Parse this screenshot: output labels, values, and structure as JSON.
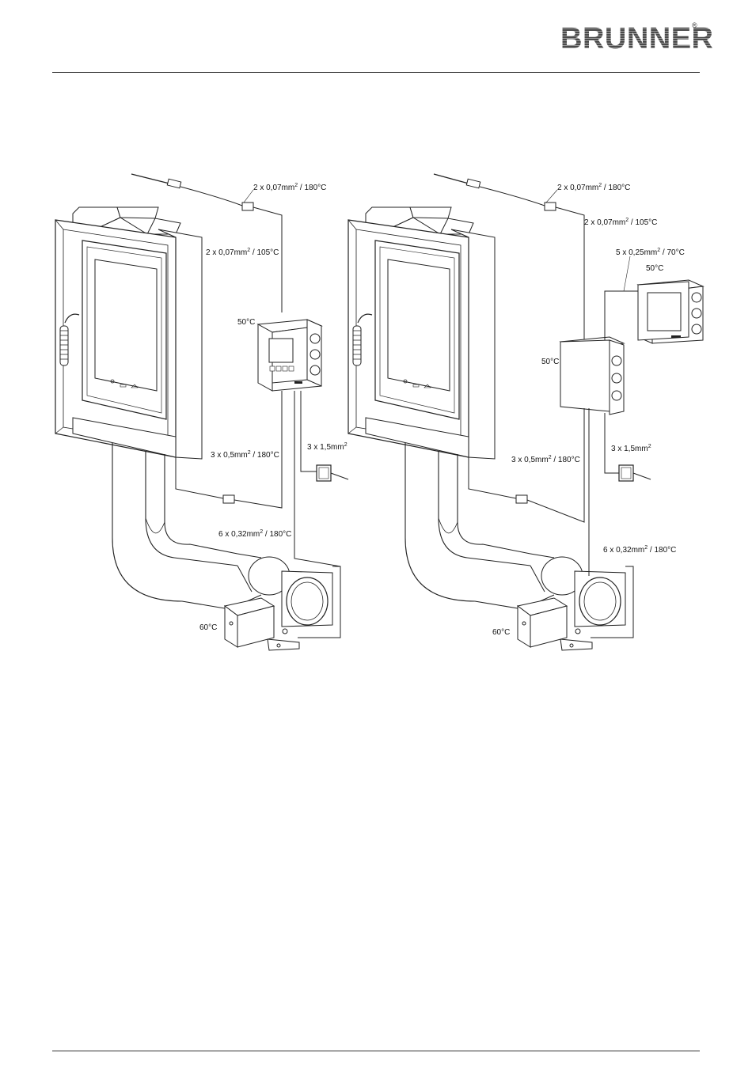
{
  "header": {
    "logo_text": "BRUNNER",
    "registered_mark": "®"
  },
  "left_diagram": {
    "label_sensor_cable": "2 x 0,07mm",
    "label_sensor_cable_rest": " / 180°C",
    "label_ext_cable": "2 x 0,07mm",
    "label_ext_cable_rest": " / 105°C",
    "label_control_temp": "50°C",
    "label_power_cable": "3 x 1,5mm",
    "label_door_cable": "3 x 0,5mm",
    "label_door_cable_rest": " / 180°C",
    "label_motor_cable": "6 x 0,32mm",
    "label_motor_cable_rest": " / 180°C",
    "label_motor_temp": "60°C"
  },
  "right_diagram": {
    "label_sensor_cable": "2 x 0,07mm",
    "label_sensor_cable_rest": " / 180°C",
    "label_ext_cable": "2 x 0,07mm",
    "label_ext_cable_rest": " / 105°C",
    "label_display_cable": "5 x 0,25mm",
    "label_display_cable_rest": " / 70°C",
    "label_display_temp": "50°C",
    "label_control_temp": "50°C",
    "label_power_cable": "3 x 1,5mm",
    "label_door_cable": "3 x 0,5mm",
    "label_door_cable_rest": " / 180°C",
    "label_motor_cable": "6 x 0,32mm",
    "label_motor_cable_rest": " / 180°C",
    "label_motor_temp": "60°C"
  },
  "superscript": "2"
}
